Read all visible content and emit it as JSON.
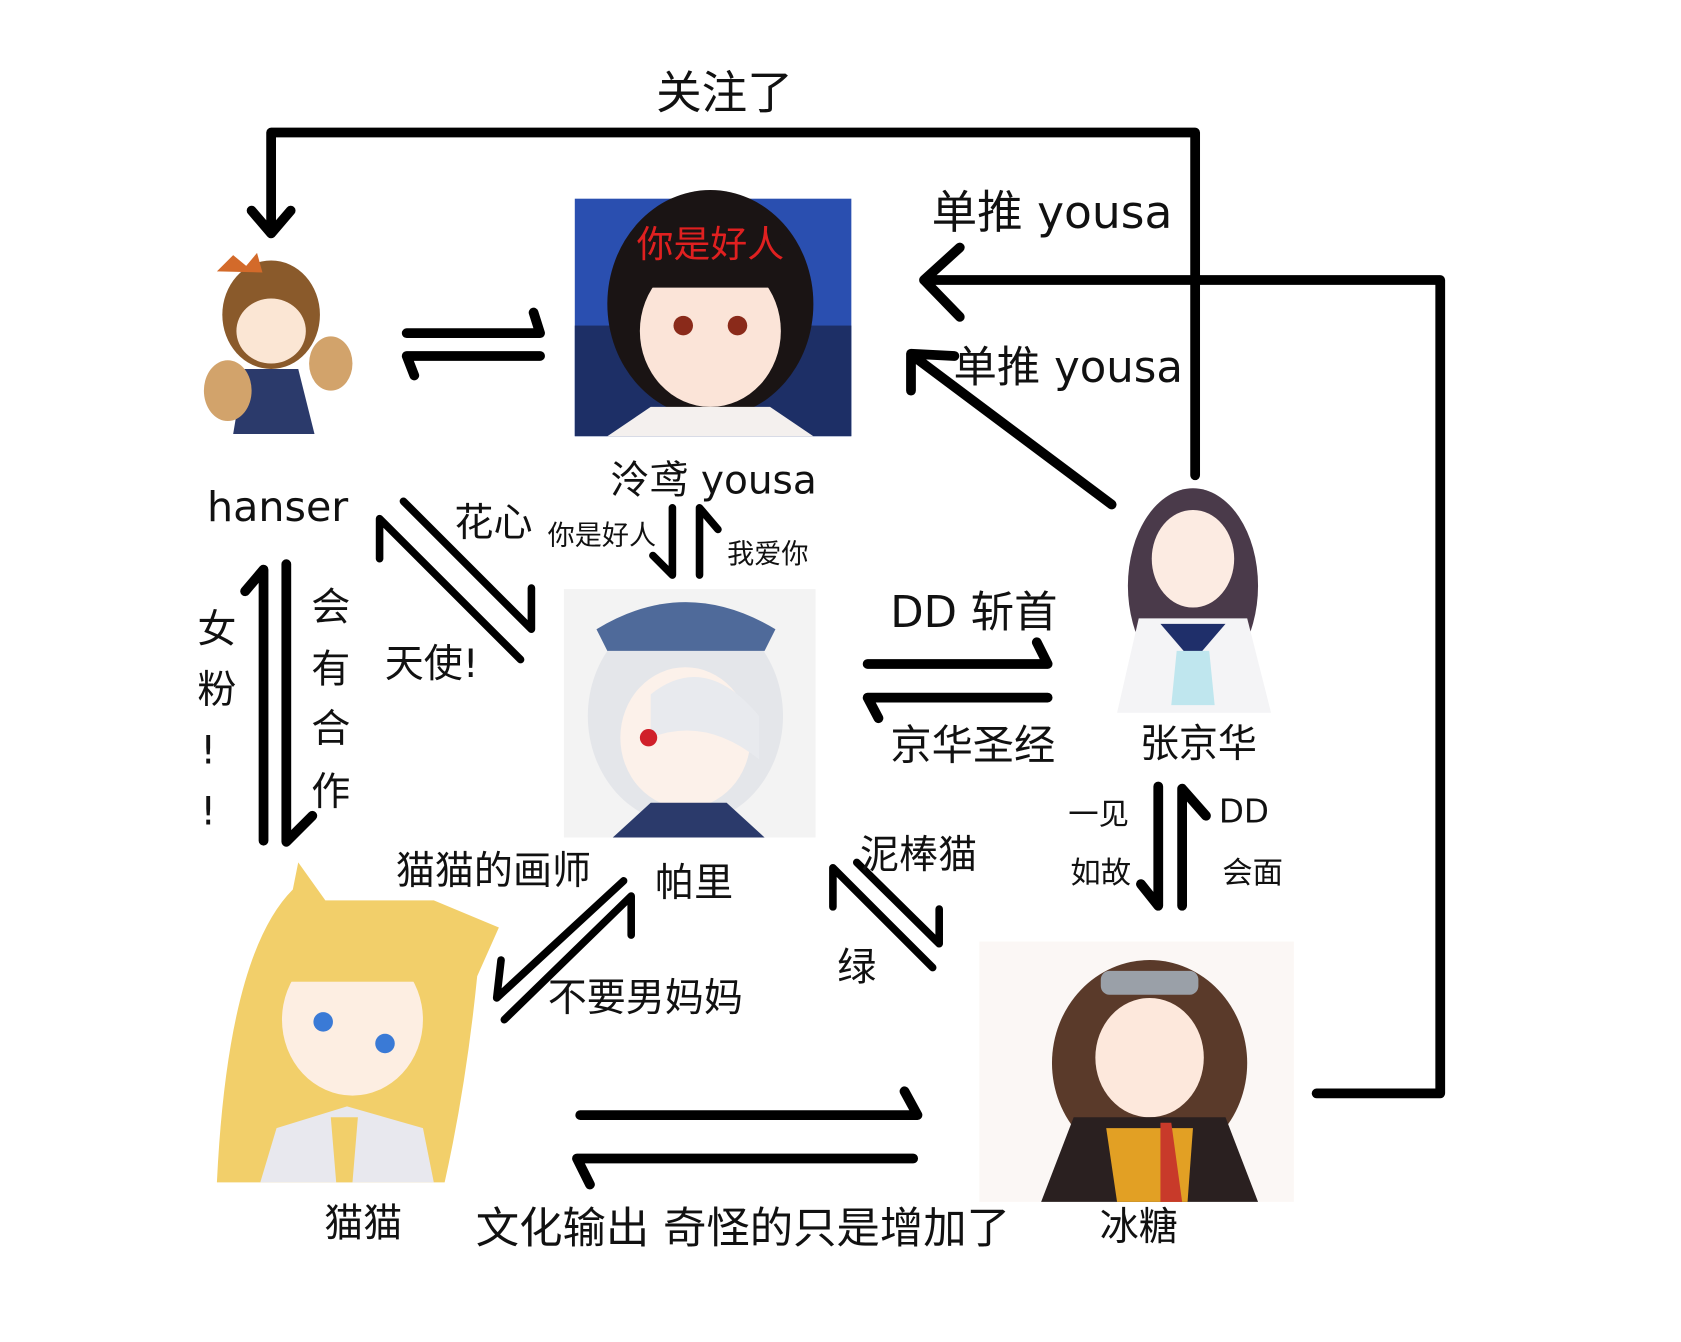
{
  "nodes": {
    "hanser": {
      "label": "hanser",
      "color": "#8a5a2b"
    },
    "yousa": {
      "label": "泠鸢 yousa",
      "image_caption": "你是好人",
      "color": "#2a4fb0"
    },
    "pali": {
      "label": "帕里",
      "color": "#d9dde4"
    },
    "zhangjinghua": {
      "label": "张京华",
      "color": "#4a3a4a"
    },
    "maomao": {
      "label": "猫猫",
      "color": "#f2cf6a"
    },
    "bingtang": {
      "label": "冰糖",
      "color": "#5a3a2a"
    }
  },
  "edges": {
    "zhang_to_hanser": "关注了",
    "bingtang_to_yousa": "单推 yousa",
    "zhang_to_yousa": "单推 yousa",
    "pali_to_yousa": "我爱你",
    "yousa_to_pali": "你是好人",
    "hanser_to_pali": "花心",
    "pali_to_hanser": "天使!",
    "maomao_to_hanser": [
      "女",
      "粉",
      "!",
      "!"
    ],
    "hanser_to_maomao": [
      "会",
      "有",
      "合",
      "作"
    ],
    "pali_to_zhang": "DD 斩首",
    "zhang_to_pali": "京华圣经",
    "zhang_to_bingtang": [
      "一见",
      "如故"
    ],
    "bingtang_to_zhang": [
      "DD",
      "会面"
    ],
    "maomao_to_pali": "猫猫的画师",
    "pali_to_maomao": "不要男妈妈",
    "bingtang_to_pali": "泥棒猫",
    "pali_to_bingtang": "绿",
    "maomao_bingtang": "文化输出 奇怪的只是增加了"
  }
}
